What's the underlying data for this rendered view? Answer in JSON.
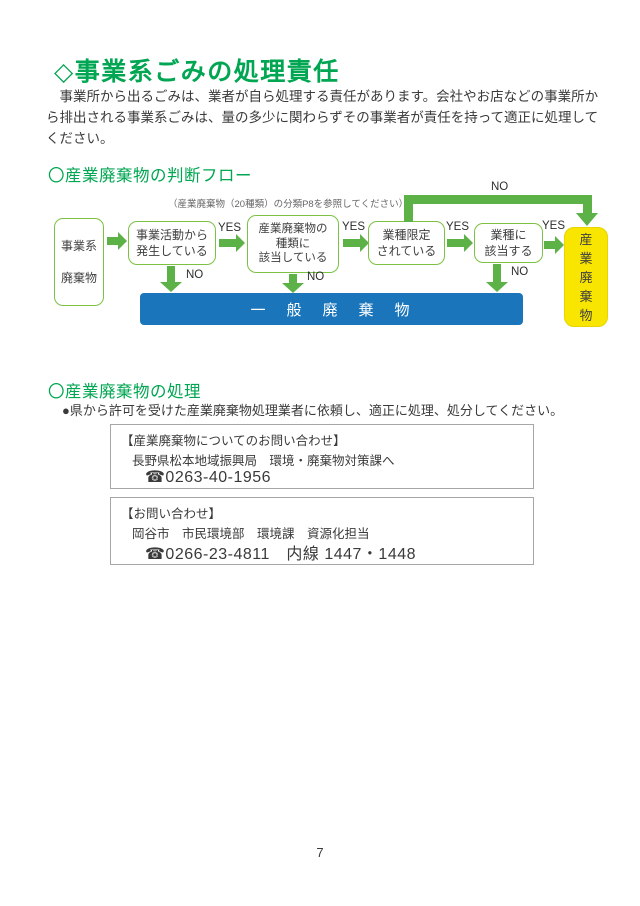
{
  "page": {
    "title": "◇事業系ごみの処理責任",
    "intro": {
      "line1": "　事業所から出るごみは、業者が自ら処理する責任があります。会社やお店などの事業所か",
      "line2": "ら排出される事業系ごみは、量の多少に関わらずその事業者が責任を持って適正に処理して",
      "line3": "ください。"
    },
    "page_number": "7"
  },
  "flow": {
    "heading": "〇産業廃棄物の判断フロー",
    "note": "（産業廃棄物（20種類）の分類P8を参照してください）",
    "labels": {
      "yes": "YES",
      "no": "NO"
    },
    "boxes": {
      "start": {
        "line1": "事業系",
        "line2": "廃棄物"
      },
      "q1": {
        "line1": "事業活動から",
        "line2": "発生している"
      },
      "q2": {
        "line1": "産業廃棄物の",
        "line2": "種類に",
        "line3": "該当している"
      },
      "q3": {
        "line1": "業種限定",
        "line2": "されている"
      },
      "q4": {
        "line1": "業種に",
        "line2": "該当する"
      },
      "industrial": "産業廃棄物",
      "general": "一　般　廃　棄　物"
    },
    "colors": {
      "heading_green": "#00a651",
      "box_border_green": "#7cc143",
      "arrow_green": "#5cb247",
      "general_bar_blue": "#1b75bb",
      "industrial_yellow": "#f8e500"
    }
  },
  "processing": {
    "heading": "〇産業廃棄物の処理",
    "bullet": "●県から許可を受けた産業廃棄物処理業者に依頼し、適正に処理、処分してください。",
    "contact_prefecture": {
      "title": "【産業廃棄物についてのお問い合わせ】",
      "org": "長野県松本地域振興局　環境・廃棄物対策課へ",
      "phone": "☎0263-40-1956"
    },
    "contact_city": {
      "title": "【お問い合わせ】",
      "org": "岡谷市　市民環境部　環境課　資源化担当",
      "phone": "☎0266-23-4811　内線 1447・1448"
    }
  }
}
